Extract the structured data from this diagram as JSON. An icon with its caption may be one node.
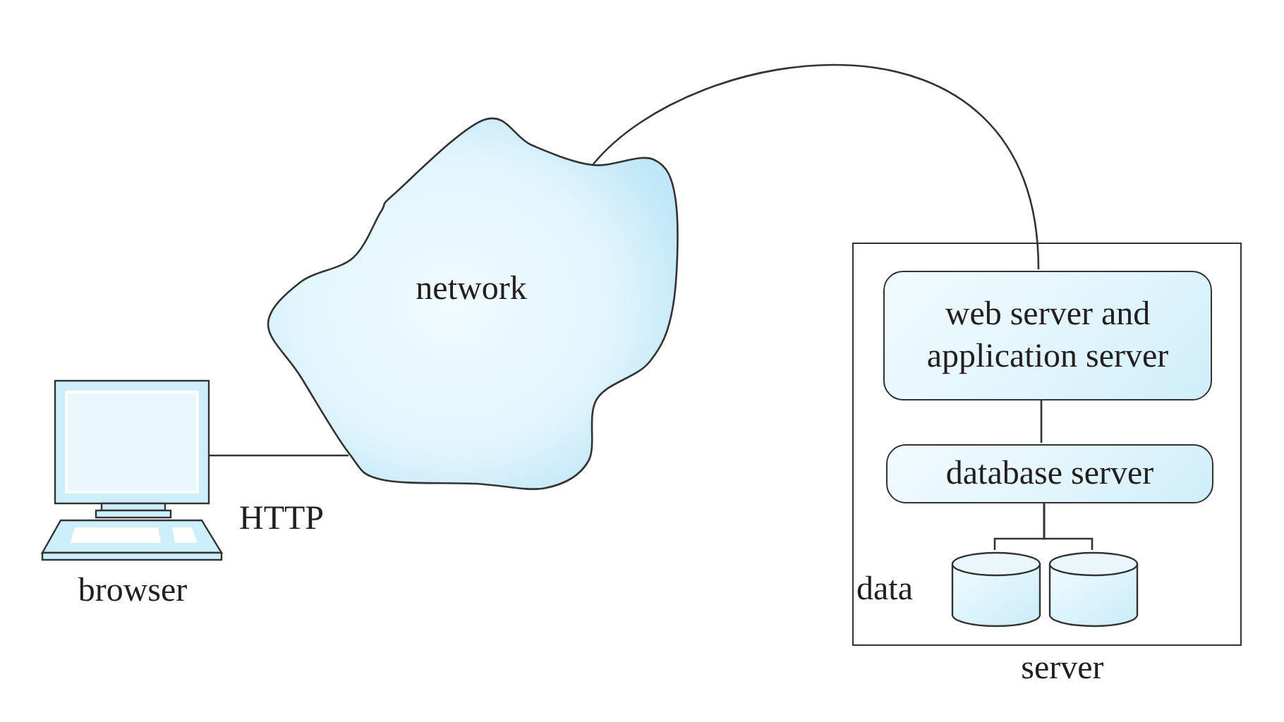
{
  "diagram": {
    "nodes": [
      {
        "text": [
          "browser"
        ]
      },
      {
        "text": [
          "network"
        ]
      },
      {
        "text": [
          "server"
        ]
      },
      {
        "text": [
          "web server and application server"
        ],
        "in": 2
      },
      {
        "text": [
          "database server"
        ],
        "in": 2
      },
      {
        "text": [],
        "shape": "cylinder",
        "in": 2,
        "beside": [
          "data"
        ]
      },
      {
        "text": [],
        "shape": "cylinder",
        "in": 2
      }
    ],
    "edges": [
      {
        "from": 0,
        "to": 1,
        "arrow": "none",
        "label": "HTTP"
      },
      {
        "from": 1,
        "to": 3,
        "arrow": "none"
      },
      {
        "from": 3,
        "to": 4,
        "arrow": "none"
      },
      {
        "from": 4,
        "to": 5,
        "arrow": "none"
      },
      {
        "from": 4,
        "to": 6,
        "arrow": "none"
      }
    ]
  }
}
